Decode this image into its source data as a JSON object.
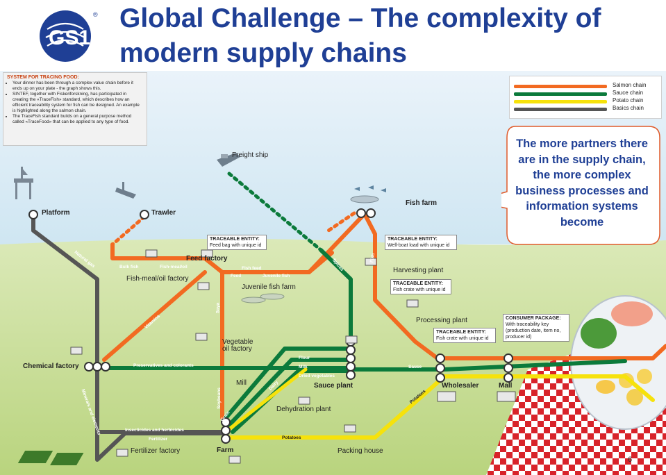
{
  "title": "Global Challenge – The complexity of modern supply chains",
  "logo_text": "GS1",
  "logo_mark": "®",
  "infobox": {
    "heading": "SYSTEM FOR TRACING FOOD:",
    "bullets": [
      "Your dinner has been through a complex value chain before it ends up on your plate - the graph shows this.",
      "SINTEF, together with Fiskeriforskning, has participated in creating the «TraceFish» standard, which describes how an efficient traceability system for fish can be designed. An example is highlighted along the salmon chain.",
      "The TraceFish standard builds on a general purpose method called «TraceFood» that can be applied to any type of food."
    ]
  },
  "legend": [
    {
      "label": "Salmon chain",
      "color": "#f26a21"
    },
    {
      "label": "Sauce chain",
      "color": "#0b7a3b"
    },
    {
      "label": "Potato chain",
      "color": "#f6e20c"
    },
    {
      "label": "Basics chain",
      "color": "#555555"
    }
  ],
  "callout": "The more partners there are in the supply chain, the more complex business processes and information systems become",
  "stations": {
    "freight_ship": "Freight ship",
    "platform": "Platform",
    "trawler": "Trawler",
    "fish_farm": "Fish farm",
    "feed_factory": "Feed factory",
    "fishmeal_factory": "Fish-meal/oil factory",
    "juvenile_fish_farm": "Juvenile fish farm",
    "harvesting_plant": "Harvesting plant",
    "processing_plant": "Processing plant",
    "chemical_factory": "Chemical factory",
    "vegetable_oil_factory": "Vegetable oil factory",
    "mill": "Mill",
    "sauce_plant": "Sauce plant",
    "wholesaler": "Wholesaler",
    "mall": "Mall",
    "dehydration_plant": "Dehydration plant",
    "fertilizer_factory": "Fertilizer factory",
    "farm": "Farm",
    "packing_house": "Packing house"
  },
  "line_labels": {
    "bulk_fish": "Bulk fish",
    "fishmeal_oil": "Fish-meal/oil",
    "fish_feed": "Fish feed",
    "feed": "Feed",
    "juvenile_fish": "Juvenile fish",
    "vitamins": "Vitamins",
    "natural_gas": "Natural gas",
    "soya": "Soya",
    "spices": "Spices",
    "fish": "Fish",
    "preservatives": "Preservatives and colorants",
    "flour": "Flour",
    "milk": "Milk",
    "dried_vegetables": "Dried vegetables",
    "sauce": "Sauce",
    "soybeans": "Soybeans",
    "grain": "Grain",
    "dairy": "Dairy",
    "minerals": "Minerals and elements",
    "insecticides": "Insecticides and herbicides",
    "fertilizer": "Fertilizer",
    "potatoes": "Potatoes",
    "potatoes2": "Potatoes"
  },
  "entities": [
    {
      "head": "TRACEABLE ENTITY:",
      "body": "Feed bag with unique id"
    },
    {
      "head": "TRACEABLE ENTITY:",
      "body": "Well-boat load with unique id"
    },
    {
      "head": "TRACEABLE ENTITY:",
      "body": "Fish crate with unique id"
    },
    {
      "head": "TRACEABLE ENTITY:",
      "body": "Fish crate with unique id"
    },
    {
      "head": "CONSUMER PACKAGE:",
      "body": "With traceability key (production date, item no, producer id)"
    }
  ],
  "page_number": "6"
}
